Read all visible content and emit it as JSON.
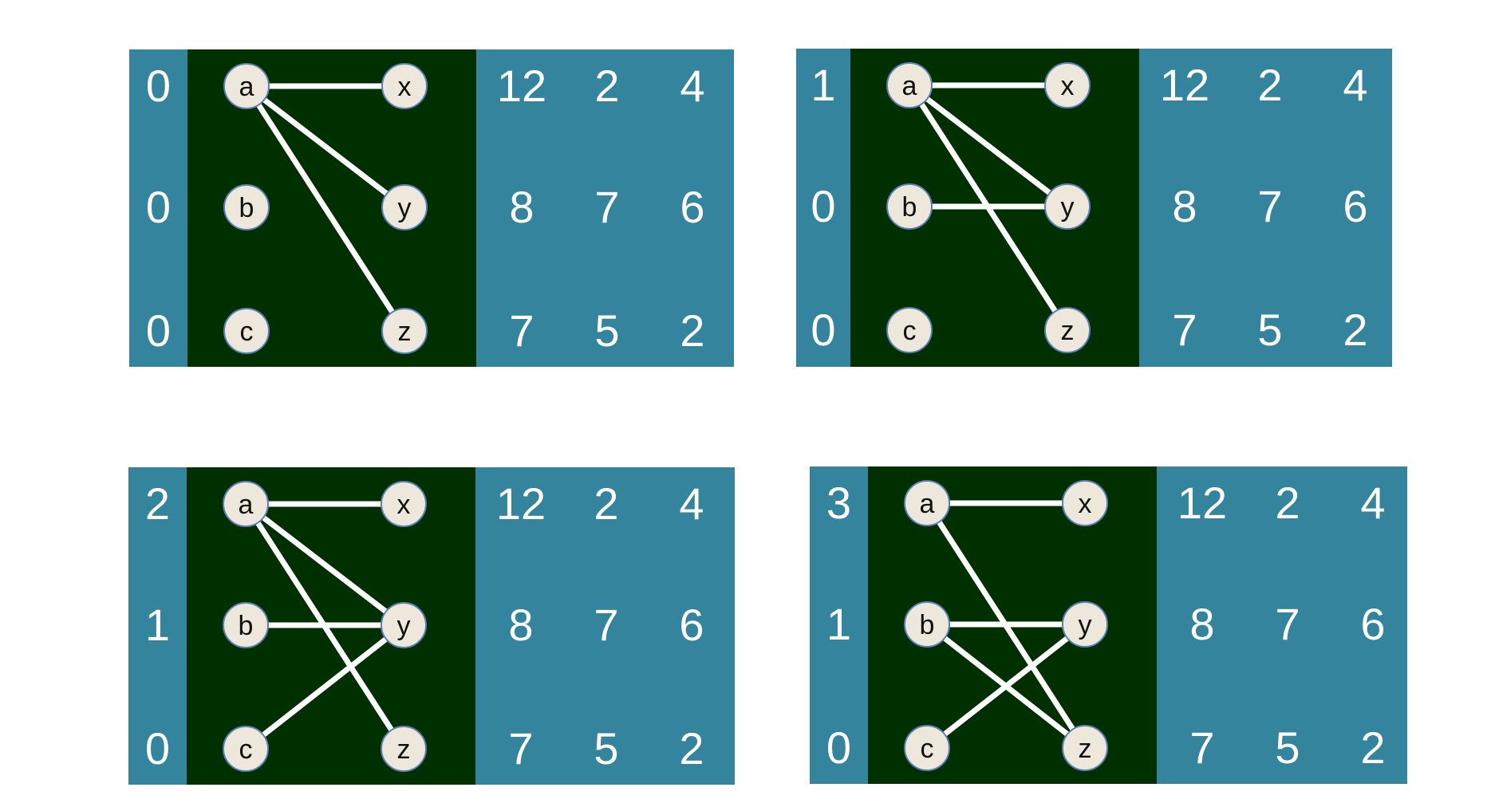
{
  "nodes": {
    "a": "a",
    "b": "b",
    "c": "c",
    "x": "x",
    "y": "y",
    "z": "z"
  },
  "matrix": [
    [
      "12",
      "2",
      "4"
    ],
    [
      "8",
      "7",
      "6"
    ],
    [
      "7",
      "5",
      "2"
    ]
  ],
  "panels": [
    {
      "potentials": [
        "0",
        "0",
        "0"
      ],
      "edges": [
        [
          "a",
          "x"
        ],
        [
          "a",
          "y"
        ],
        [
          "a",
          "z"
        ]
      ]
    },
    {
      "potentials": [
        "1",
        "0",
        "0"
      ],
      "edges": [
        [
          "a",
          "x"
        ],
        [
          "a",
          "y"
        ],
        [
          "a",
          "z"
        ],
        [
          "b",
          "y"
        ]
      ]
    },
    {
      "potentials": [
        "2",
        "1",
        "0"
      ],
      "edges": [
        [
          "a",
          "x"
        ],
        [
          "a",
          "y"
        ],
        [
          "a",
          "z"
        ],
        [
          "b",
          "y"
        ],
        [
          "c",
          "y"
        ]
      ]
    },
    {
      "potentials": [
        "3",
        "1",
        "0"
      ],
      "edges": [
        [
          "a",
          "x"
        ],
        [
          "a",
          "z"
        ],
        [
          "b",
          "y"
        ],
        [
          "b",
          "z"
        ],
        [
          "c",
          "y"
        ]
      ]
    }
  ],
  "colors": {
    "panel_blue": "#34849e",
    "graph_bg": "#003000",
    "edge": "#ffffff",
    "node_fill": "#eee8dc",
    "node_stroke": "#5a7fb5"
  }
}
